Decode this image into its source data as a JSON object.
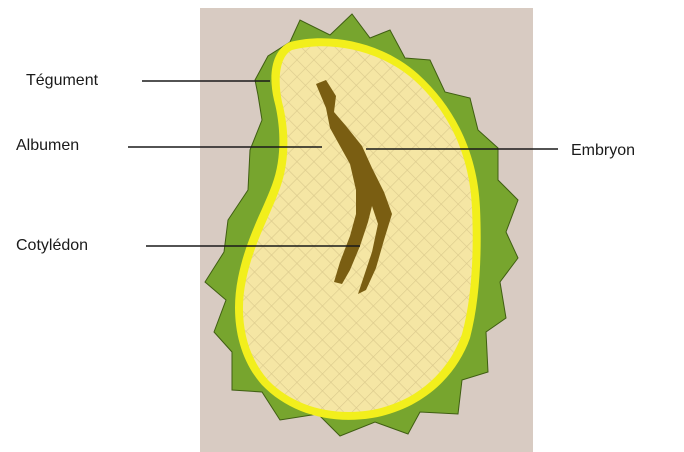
{
  "diagram": {
    "labels": {
      "tegument": "Tégument",
      "albumen": "Albumen",
      "embryon": "Embryon",
      "cotyledon": "Cotylédon"
    }
  },
  "colors": {
    "background_panel": "#d8cbc2",
    "seed_coat": "#77a52e",
    "seed_coat_edge": "#3f5e12",
    "membrane": "#f2ef1c",
    "albumen_fill": "#f5e6a4",
    "albumen_hatch": "#dac98c",
    "embryo": "#7a5e12",
    "leader_line": "#1a1a1a"
  }
}
